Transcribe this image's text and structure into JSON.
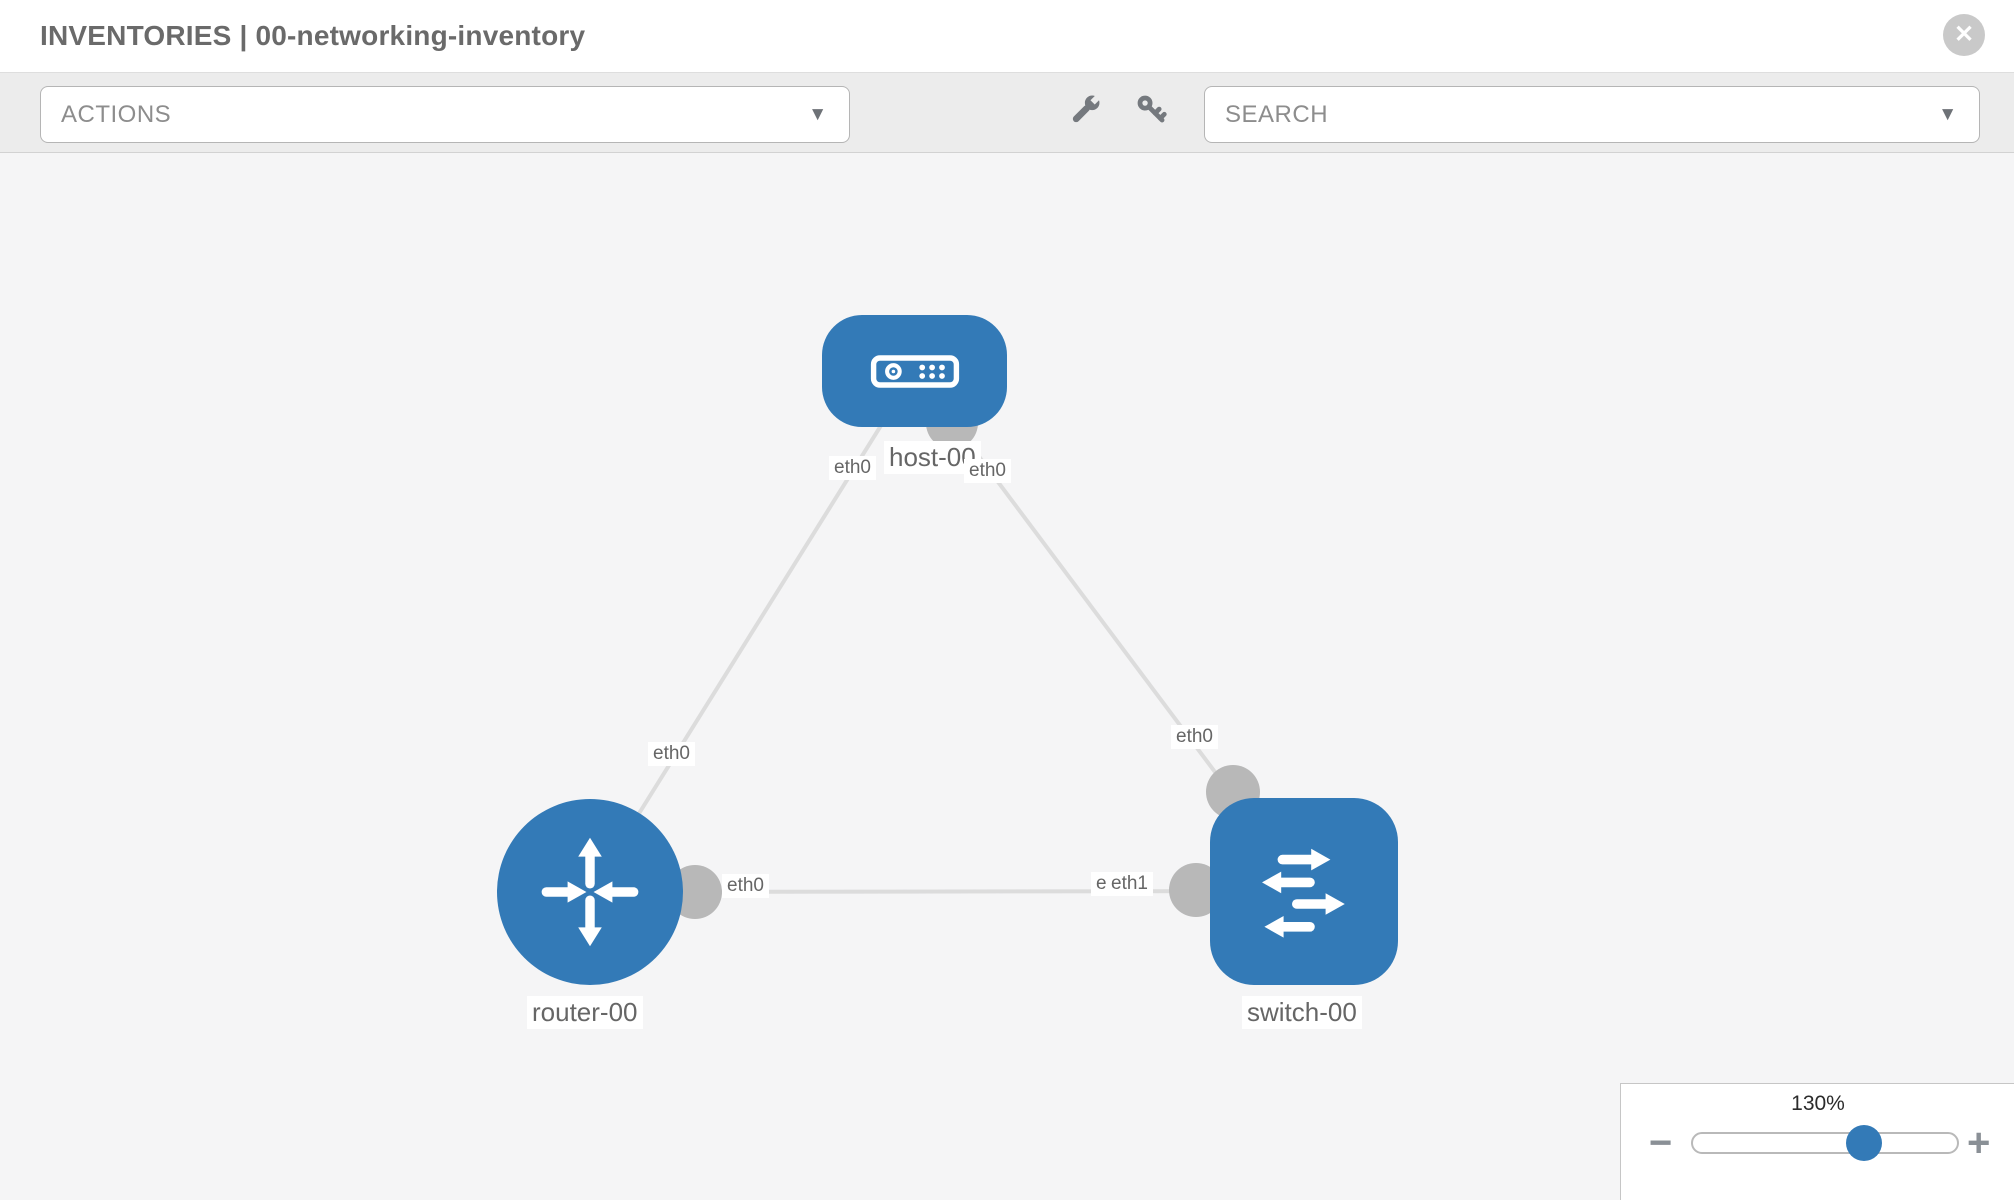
{
  "header": {
    "title": "INVENTORIES | 00-networking-inventory"
  },
  "toolbar": {
    "actions_label": "ACTIONS",
    "search_label": "SEARCH"
  },
  "icons": {
    "close": "✕",
    "caret_down": "▼",
    "minus": "−",
    "plus": "+"
  },
  "colors": {
    "node_blue": "#337ab7",
    "endpoint_gray": "#b8b8b8",
    "link_gray": "#dcdcdc",
    "canvas_bg": "#f5f5f6",
    "toolbar_bg": "#ececec"
  },
  "topology": {
    "nodes": [
      {
        "id": "host-00",
        "type": "host",
        "label": "host-00"
      },
      {
        "id": "router-00",
        "type": "router",
        "label": "router-00"
      },
      {
        "id": "switch-00",
        "type": "switch",
        "label": "switch-00"
      }
    ],
    "links": [
      {
        "from": "host-00",
        "to": "router-00",
        "from_iface": "eth0",
        "to_iface": "eth0"
      },
      {
        "from": "host-00",
        "to": "switch-00",
        "from_iface": "eth0",
        "to_iface": "eth0"
      },
      {
        "from": "router-00",
        "to": "switch-00",
        "from_iface": "eth0",
        "to_iface": "eth1"
      }
    ],
    "iface_labels": {
      "host_left": "eth0",
      "host_right": "eth0",
      "router_top": "eth0",
      "router_right": "eth0",
      "switch_top": "eth0",
      "switch_left_hidden": "eth0",
      "switch_left": "eth1"
    }
  },
  "zoom_control": {
    "level": "130%"
  }
}
